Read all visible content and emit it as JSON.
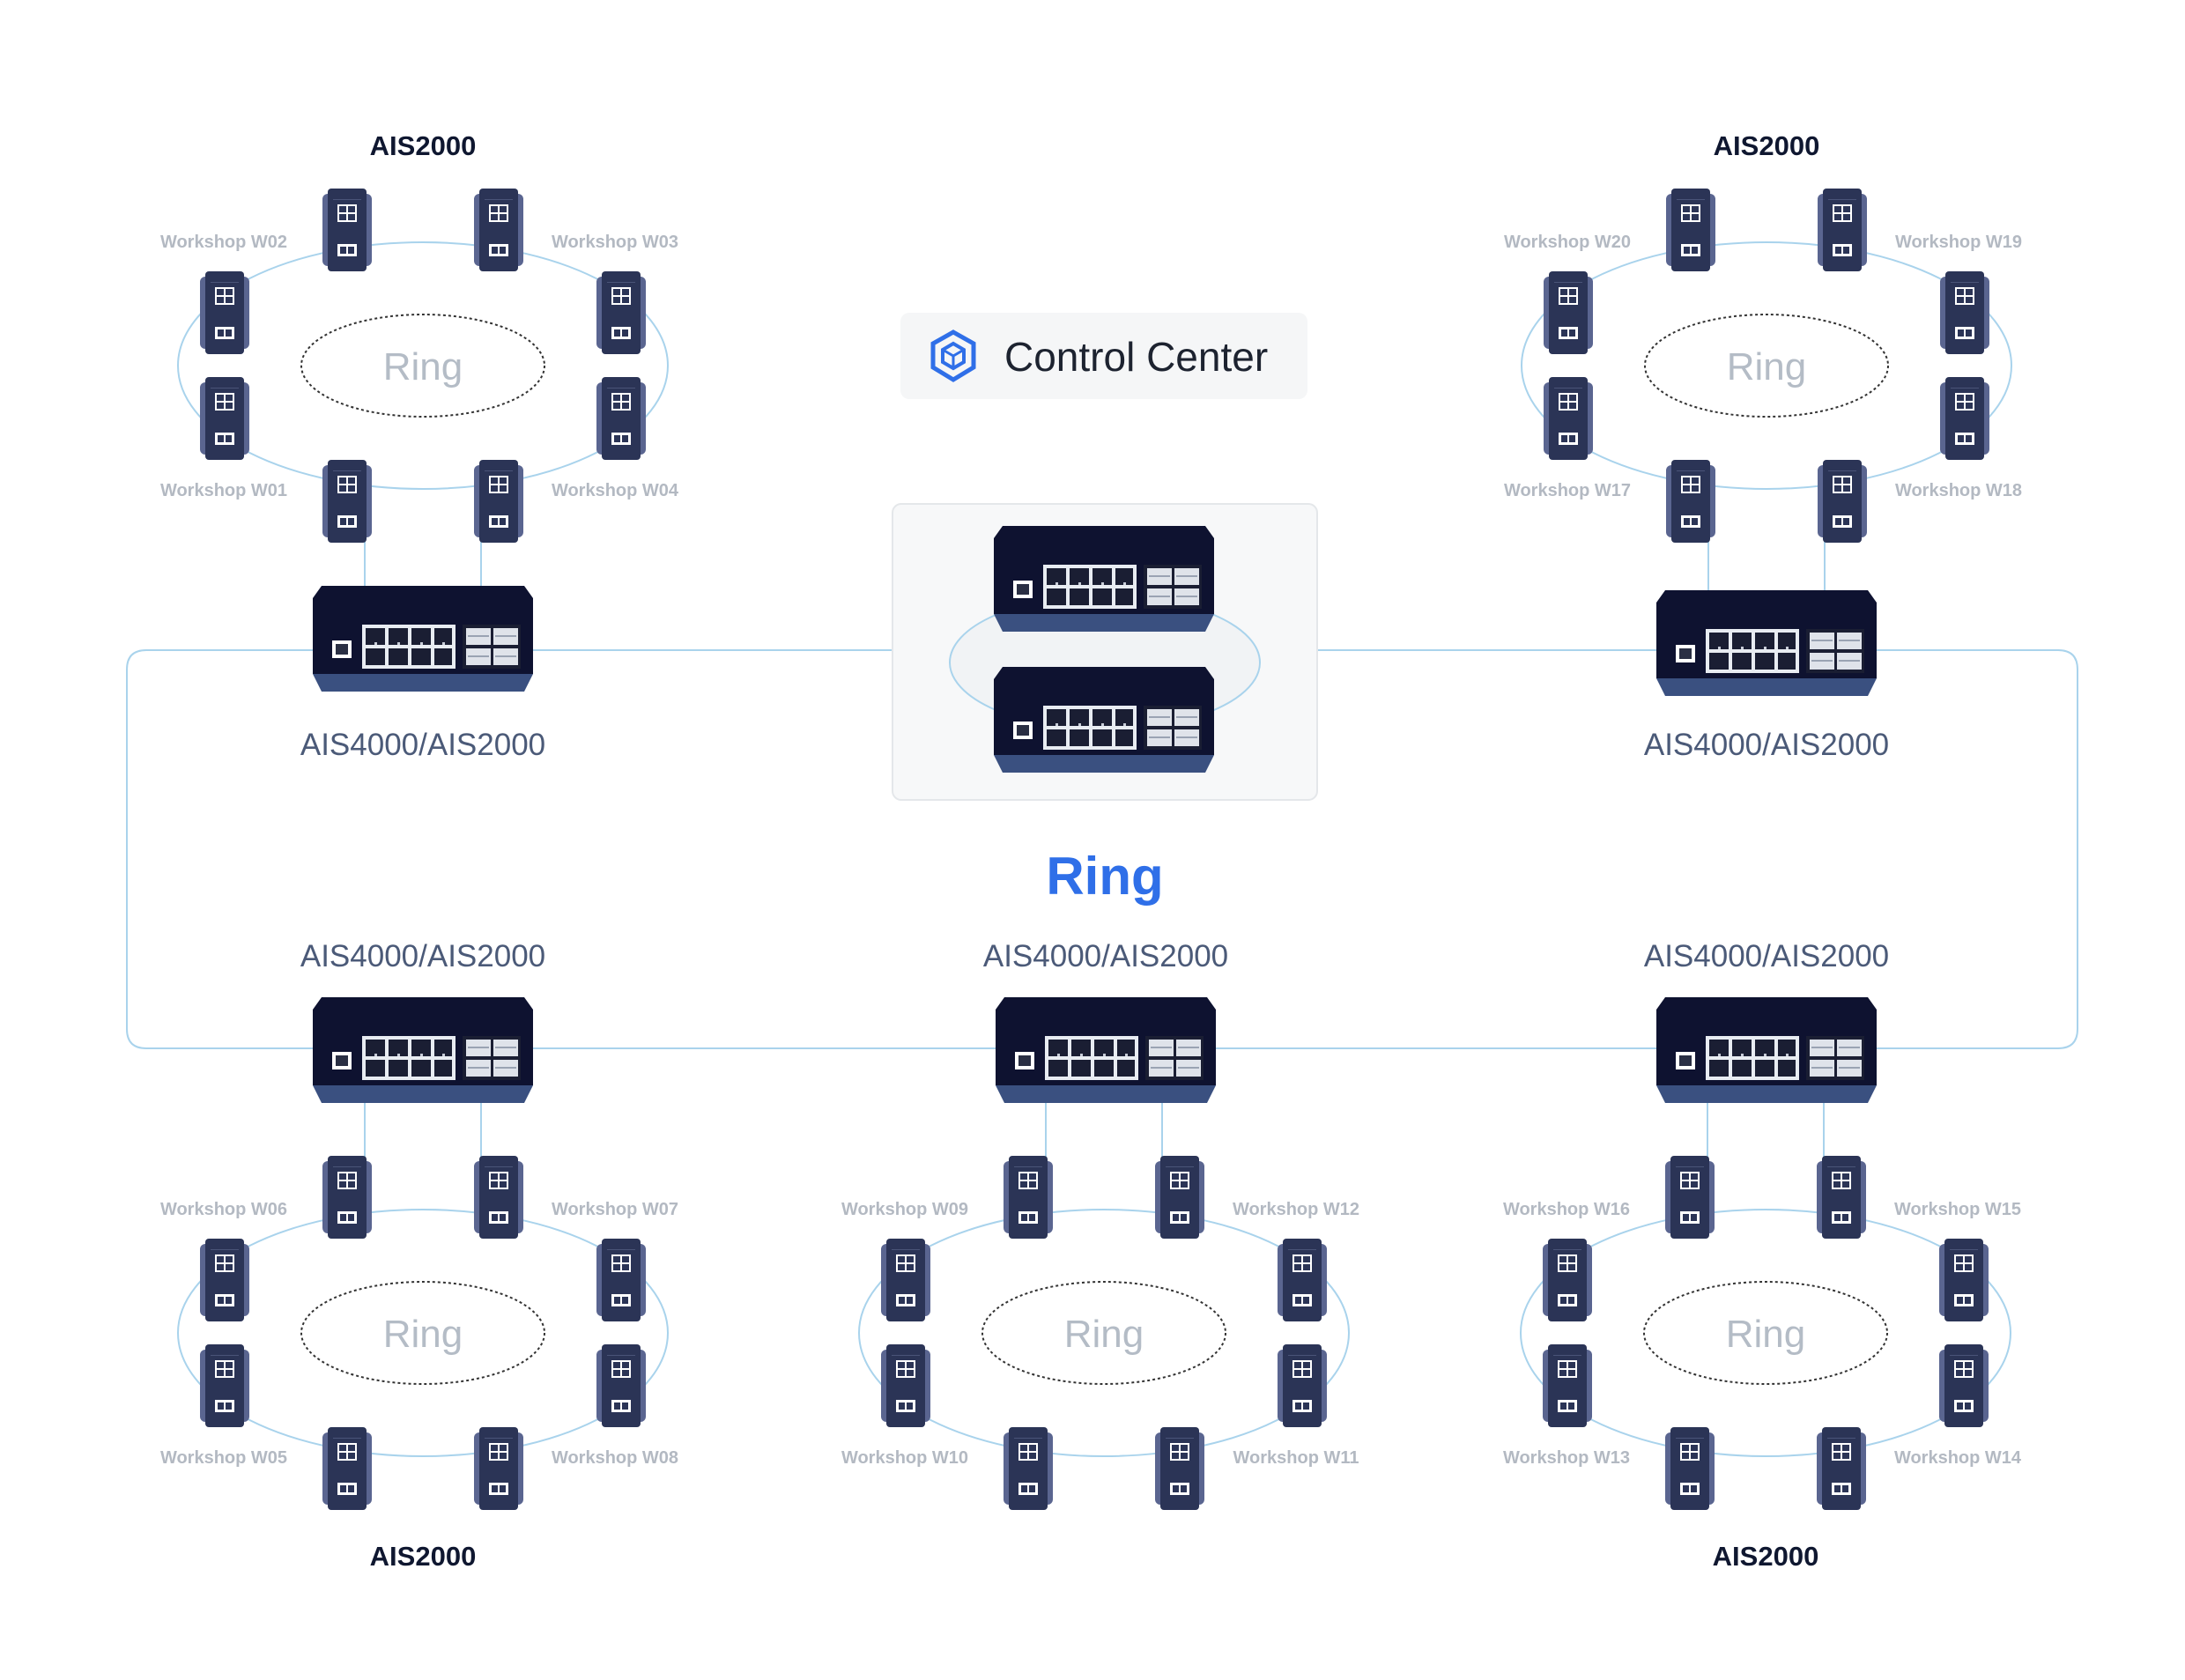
{
  "colors": {
    "link": "#a9d3ec",
    "switch_body": "#0e1230",
    "switch_base": "#3a5080",
    "access_body": "#2b3456",
    "access_edge": "#5a6590",
    "core_ring_text": "#2f6fe8",
    "panel_bg": "#f7f8f9"
  },
  "control_center": {
    "label": "Control Center",
    "icon": "cube-network-icon"
  },
  "core": {
    "ring_label": "Ring",
    "nodes": [
      {
        "id": "top-left",
        "label": "AIS4000/AIS2000"
      },
      {
        "id": "top-right",
        "label": "AIS4000/AIS2000"
      },
      {
        "id": "bottom-left",
        "label": "AIS4000/AIS2000"
      },
      {
        "id": "bottom-center",
        "label": "AIS4000/AIS2000"
      },
      {
        "id": "bottom-right",
        "label": "AIS4000/AIS2000"
      }
    ]
  },
  "access_rings": [
    {
      "id": "ring-top-left",
      "title": "AIS2000",
      "ring_label": "Ring",
      "workshops": [
        "Workshop W02",
        "Workshop W03",
        "Workshop W01",
        "Workshop W04"
      ]
    },
    {
      "id": "ring-top-right",
      "title": "AIS2000",
      "ring_label": "Ring",
      "workshops": [
        "Workshop W20",
        "Workshop W19",
        "Workshop W17",
        "Workshop W18"
      ]
    },
    {
      "id": "ring-bottom-left",
      "title": "AIS2000",
      "ring_label": "Ring",
      "workshops": [
        "Workshop W06",
        "Workshop W07",
        "Workshop W05",
        "Workshop W08"
      ]
    },
    {
      "id": "ring-bottom-center",
      "title": "",
      "ring_label": "Ring",
      "workshops": [
        "Workshop W09",
        "Workshop W12",
        "Workshop W10",
        "Workshop W11"
      ]
    },
    {
      "id": "ring-bottom-right",
      "title": "AIS2000",
      "ring_label": "Ring",
      "workshops": [
        "Workshop W16",
        "Workshop W15",
        "Workshop W13",
        "Workshop W14"
      ]
    }
  ]
}
